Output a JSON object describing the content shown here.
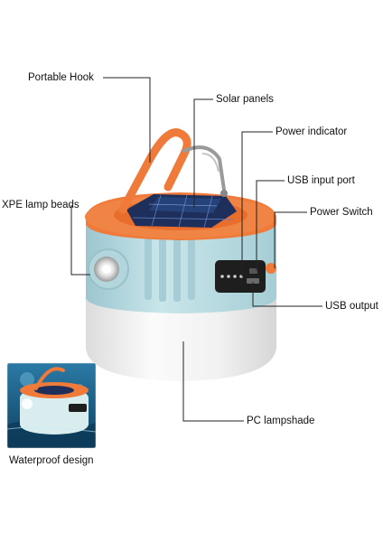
{
  "labels": {
    "portable_hook": "Portable Hook",
    "solar_panels": "Solar panels",
    "power_indicator": "Power indicator",
    "usb_input_port": "USB input port",
    "xpe_lamp_beads": "XPE lamp beads",
    "power_switch": "Power Switch",
    "usb_output": "USB output",
    "pc_lampshade": "PC lampshade"
  },
  "inset": {
    "caption": "Waterproof design"
  },
  "colors": {
    "orange": "#ef7a3a",
    "body": "#bcdde3",
    "shade": "#f2f2f2",
    "panel": "#1d2f5a",
    "dark_panel": "#1e1e1e",
    "water": "#1a5f86",
    "line": "#222222"
  },
  "indicator_lights": 4,
  "icons": [
    "hook-icon",
    "solar-panel-icon",
    "led-lamp-icon",
    "power-button-icon"
  ]
}
